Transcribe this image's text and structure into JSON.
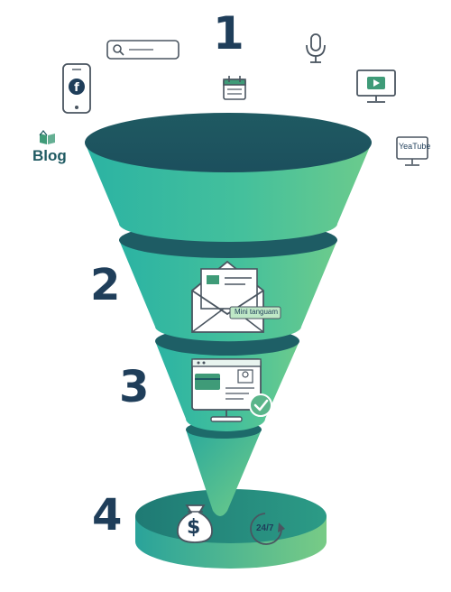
{
  "stages": [
    {
      "number": "1"
    },
    {
      "number": "2"
    },
    {
      "number": "3"
    },
    {
      "number": "4"
    }
  ],
  "labels": {
    "blog": "Blog",
    "youtube": "YeaTube",
    "email_tag": "Mini tanguam",
    "clock": "24/7",
    "money": "$"
  },
  "icons": {
    "stage1": [
      "search-bar-icon",
      "smartphone-facebook-icon",
      "calendar-icon",
      "microphone-icon",
      "video-monitor-icon",
      "blog-icon",
      "youtube-monitor-icon"
    ],
    "stage2": [
      "email-envelope-icon"
    ],
    "stage3": [
      "computer-checkout-icon",
      "checkmark-icon"
    ],
    "stage4": [
      "money-bag-icon",
      "clock-24-7-icon"
    ]
  },
  "colors": {
    "navy": "#1f3e5a",
    "teal": "#2bb3a3",
    "green": "#7cc989",
    "dark_teal": "#1d6f6f",
    "icon_stroke": "#4a5560",
    "icon_green": "#3f9b78"
  }
}
